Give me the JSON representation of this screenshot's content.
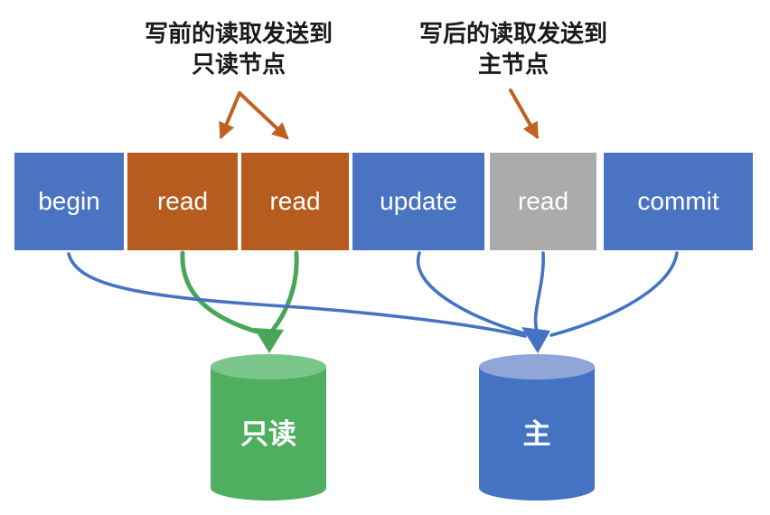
{
  "annotations": [
    {
      "line1": "写前的读取发送到",
      "line2": "只读节点"
    },
    {
      "line1": "写后的读取发送到",
      "line2": "主节点"
    }
  ],
  "steps": [
    {
      "label": "begin",
      "color": "#4A74C2"
    },
    {
      "label": "read",
      "color": "#B75C1F"
    },
    {
      "label": "read",
      "color": "#B75C1F"
    },
    {
      "label": "update",
      "color": "#4A74C2"
    },
    {
      "label": "read",
      "color": "#ACABA9"
    },
    {
      "label": "commit",
      "color": "#4A74C2"
    }
  ],
  "databases": [
    {
      "label": "只读",
      "body_color": "#50AE60",
      "top_color": "#7AC68A"
    },
    {
      "label": "主",
      "body_color": "#4573C4",
      "top_color": "#90A6D9"
    }
  ],
  "colors": {
    "annotation_arrow": "#C06124",
    "flow_read": "#4BA558",
    "flow_write": "#4573C4",
    "annotation_text": "#1A1A1A",
    "box_text": "#FFFFFF"
  }
}
